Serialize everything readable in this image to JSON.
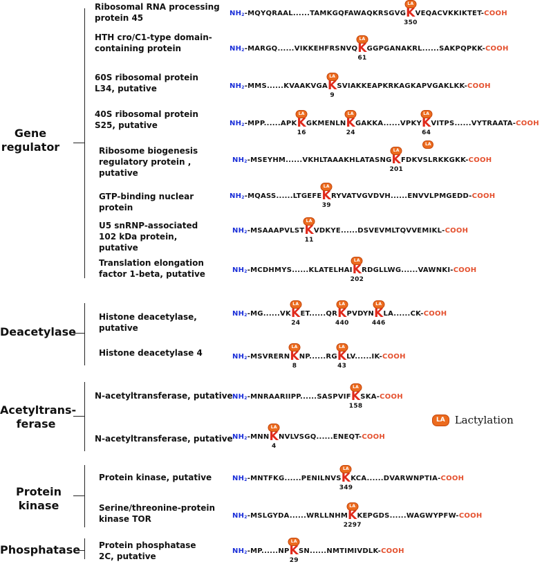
{
  "legend": {
    "badge": "LA",
    "label": "Lactylation"
  },
  "categories": [
    {
      "label": "Gene\nregulator"
    },
    {
      "label": "Deacetylase"
    },
    {
      "label": "Acetyltrans-\nferase"
    },
    {
      "label": "Protein\nkinase"
    },
    {
      "label": "Phosphatase"
    }
  ],
  "proteins": [
    {
      "name": "Ribosomal RNA processing protein 45",
      "segments": [
        {
          "t": "-MQYQRAAL......TAMKGQFAWAQKRSGVG"
        },
        {
          "k": "K",
          "pos": "350"
        },
        {
          "t": "VEQACVKKIKTET-"
        }
      ]
    },
    {
      "name": "HTH cro/C1-type domain-containing protein",
      "segments": [
        {
          "t": "-MARGQ......VIKKEHFRSNVQ"
        },
        {
          "k": "K",
          "pos": "61"
        },
        {
          "t": "GGPGANAKRL......SAKPQPKK-"
        }
      ]
    },
    {
      "name": "60S ribosomal protein L34, putative",
      "segments": [
        {
          "t": "-MMS......KVAAKVGA"
        },
        {
          "k": "K",
          "pos": "9"
        },
        {
          "t": "SVIAKKEAPKRKAGKAPVGAKLKK-"
        }
      ]
    },
    {
      "name": "40S ribosomal protein S25, putative",
      "segments": [
        {
          "t": "-MPP......APK"
        },
        {
          "k": "K",
          "pos": "16"
        },
        {
          "t": "GKMENLN"
        },
        {
          "k": "K",
          "pos": "24"
        },
        {
          "t": "GAKKA......VPKY"
        },
        {
          "k": "K",
          "pos": "64"
        },
        {
          "t": "VITPS......VYTRAATA-"
        }
      ]
    },
    {
      "name": "Ribosome biogenesis regulatory protein , putative",
      "segments": [
        {
          "t": "-MSEYHM......VKHLTAAAKHLATASNG"
        },
        {
          "k": "K",
          "pos": "201"
        },
        {
          "t": "FDKVSLRKKGKK-"
        }
      ]
    },
    {
      "name": "GTP-binding nuclear protein",
      "segments": [
        {
          "t": "-MQASS......LTGEFE"
        },
        {
          "k": "K",
          "pos": "39"
        },
        {
          "t": "RYVATVGVDVH......ENVVLPMGEDD-"
        }
      ]
    },
    {
      "name": "U5 snRNP-associated 102 kDa protein, putative",
      "segments": [
        {
          "t": "-MSAAAPVLST"
        },
        {
          "k": "K",
          "pos": "11"
        },
        {
          "t": "VDKYE......DSVEVMLTQVVEMIKL-"
        }
      ]
    },
    {
      "name": "Translation elongation factor 1-beta, putative",
      "segments": [
        {
          "t": "-MCDHMYS......KLATELHAI"
        },
        {
          "k": "K",
          "pos": "202"
        },
        {
          "t": "RDGLLWG......VAWNKI-"
        }
      ]
    },
    {
      "name": "Histone deacetylase, putative",
      "segments": [
        {
          "t": "-MG......VK"
        },
        {
          "k": "K",
          "pos": "24"
        },
        {
          "t": "ET......QR"
        },
        {
          "k": "K",
          "pos": "440"
        },
        {
          "t": "PVDYN"
        },
        {
          "k": "K",
          "pos": "446"
        },
        {
          "t": "LA......CK-"
        }
      ]
    },
    {
      "name": "Histone deacetylase 4",
      "segments": [
        {
          "t": "-MSVRERN"
        },
        {
          "k": "K",
          "pos": "8"
        },
        {
          "t": "NP......RG"
        },
        {
          "k": "K",
          "pos": "43"
        },
        {
          "t": "LV......IK-"
        }
      ]
    },
    {
      "name": "N-acetyltransferase, putative",
      "segments": [
        {
          "t": "-MNRAARIIPP......SASPVIF"
        },
        {
          "k": "K",
          "pos": "158"
        },
        {
          "t": "SKA-"
        }
      ]
    },
    {
      "name": "N-acetyltransferase, putative",
      "segments": [
        {
          "t": "-MNN"
        },
        {
          "k": "K",
          "pos": "4"
        },
        {
          "t": "NVLVSGQ......ENEQT-"
        }
      ]
    },
    {
      "name": "Protein kinase, putative",
      "segments": [
        {
          "t": "-MNTFKG......PENILNVS"
        },
        {
          "k": "K",
          "pos": "349"
        },
        {
          "t": "KCA......DVARWNPTIA-"
        }
      ]
    },
    {
      "name": "Serine/threonine-protein kinase TOR",
      "segments": [
        {
          "t": "-MSLGYDA......WRLLNHM"
        },
        {
          "k": "K",
          "pos": "2297"
        },
        {
          "t": "KEPGDS......WAGWYPFW-"
        }
      ]
    },
    {
      "name": "Protein phosphatase 2C, putative",
      "segments": [
        {
          "t": "-MP......NP"
        },
        {
          "k": "K",
          "pos": "29"
        },
        {
          "t": "SN......NMTIMIVDLK-"
        }
      ]
    }
  ],
  "terminals": {
    "n": "NH",
    "n_sub": "2",
    "c": "COOH"
  }
}
